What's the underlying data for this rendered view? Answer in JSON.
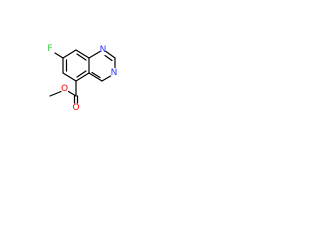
{
  "structure": {
    "atoms": [
      {
        "id": "F",
        "symbol": "F",
        "color": "#33cc33"
      },
      {
        "id": "N1",
        "symbol": "N",
        "color": "#3333ff"
      },
      {
        "id": "N3",
        "symbol": "N",
        "color": "#3333ff"
      },
      {
        "id": "O_carbonyl",
        "symbol": "O",
        "color": "#ff0000"
      },
      {
        "id": "O_ester",
        "symbol": "O",
        "color": "#ff0000"
      }
    ]
  }
}
